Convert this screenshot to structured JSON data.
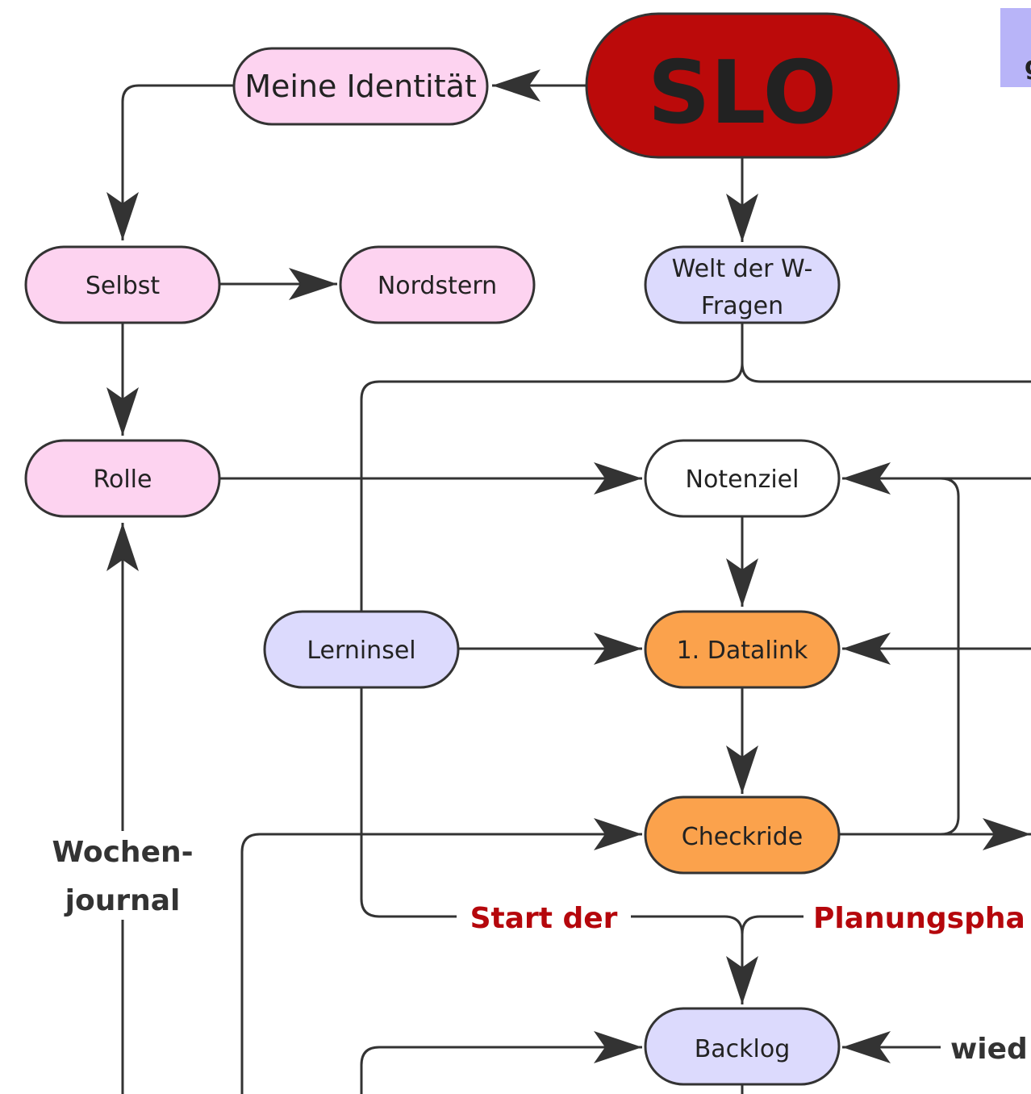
{
  "diagram": {
    "nodes": {
      "slo": {
        "label": "SLO",
        "fill": "#bb0a0a",
        "text_color": "#ffffff"
      },
      "identitaet": {
        "label": "Meine Identität",
        "fill": "#fdd3f0"
      },
      "selbst": {
        "label": "Selbst",
        "fill": "#fdd3f0"
      },
      "nordstern": {
        "label": "Nordstern",
        "fill": "#fdd3f0"
      },
      "welt": {
        "label_line1": "Welt der W-",
        "label_line2": "Fragen",
        "fill": "#dcdafd"
      },
      "rolle": {
        "label": "Rolle",
        "fill": "#fdd3f0"
      },
      "notenziel": {
        "label": "Notenziel",
        "fill": "#ffffff"
      },
      "lerninsel": {
        "label": "Lerninsel",
        "fill": "#dcdafd"
      },
      "datalink": {
        "label": "1. Datalink",
        "fill": "#fba24c"
      },
      "checkride": {
        "label": "Checkride",
        "fill": "#fba24c"
      },
      "backlog": {
        "label": "Backlog",
        "fill": "#dcdafd"
      }
    },
    "edge_labels": {
      "wochenjournal_line1": "Wochen-",
      "wochenjournal_line2": "journal",
      "start_der": "Start der",
      "planungsphase": "Planungspha",
      "wied": "wied",
      "corner_fragment": "g"
    },
    "colors": {
      "edge": "#333333",
      "edge_label_red": "#b5070c",
      "edge_label_dark": "#333333",
      "corner_box": "#b8b4f8"
    }
  }
}
